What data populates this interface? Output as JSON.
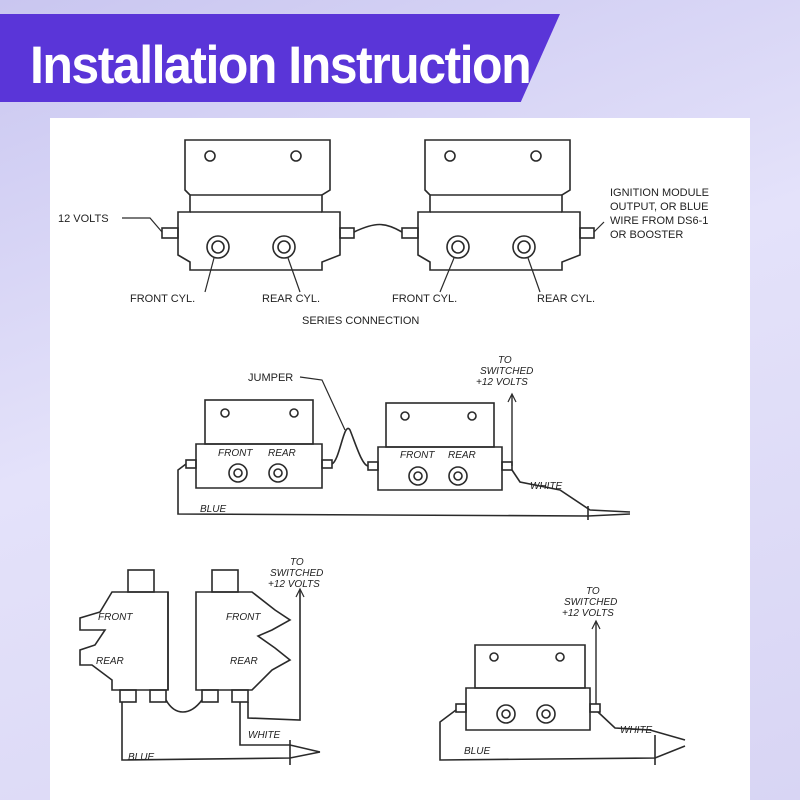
{
  "header": {
    "title": "Installation Instruction"
  },
  "diagram_series": {
    "left_label": "12 VOLTS",
    "right_label_lines": [
      "IGNITION MODULE",
      "OUTPUT, OR BLUE",
      "WIRE FROM DS6-1",
      "OR BOOSTER"
    ],
    "coil1_left": "FRONT CYL.",
    "coil1_right": "REAR CYL.",
    "coil2_left": "FRONT CYL.",
    "coil2_right": "REAR CYL.",
    "caption": "SERIES CONNECTION"
  },
  "diagram_jumper": {
    "jumper": "JUMPER",
    "to_lines": [
      "TO",
      "SWITCHED",
      "+12 VOLTS"
    ],
    "coil1_front": "FRONT",
    "coil1_rear": "REAR",
    "coil2_front": "FRONT",
    "coil2_rear": "REAR",
    "white": "WHITE",
    "blue": "BLUE"
  },
  "diagram_vertical": {
    "to_lines": [
      "TO",
      "SWITCHED",
      "+12 VOLTS"
    ],
    "coil1_front": "FRONT",
    "coil1_rear": "REAR",
    "coil2_front": "FRONT",
    "coil2_rear": "REAR",
    "white": "WHITE",
    "blue": "BLUE"
  },
  "diagram_single": {
    "to_lines": [
      "TO",
      "SWITCHED",
      "+12 VOLTS"
    ],
    "white": "WHITE",
    "blue": "BLUE"
  }
}
